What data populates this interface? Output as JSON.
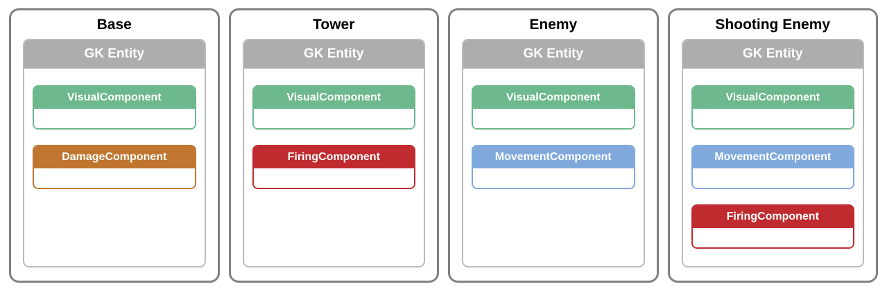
{
  "diagram": {
    "panels": [
      {
        "title": "Base",
        "entity_label": "GK Entity",
        "components": [
          {
            "label": "VisualComponent",
            "color": "#6db88c"
          },
          {
            "label": "DamageComponent",
            "color": "#c0762f"
          }
        ]
      },
      {
        "title": "Tower",
        "entity_label": "GK Entity",
        "components": [
          {
            "label": "VisualComponent",
            "color": "#6db88c"
          },
          {
            "label": "FiringComponent",
            "color": "#c02b2f"
          }
        ]
      },
      {
        "title": "Enemy",
        "entity_label": "GK Entity",
        "components": [
          {
            "label": "VisualComponent",
            "color": "#6db88c"
          },
          {
            "label": "MovementComponent",
            "color": "#7fa9dc"
          }
        ]
      },
      {
        "title": "Shooting Enemy",
        "entity_label": "GK Entity",
        "components": [
          {
            "label": "VisualComponent",
            "color": "#6db88c"
          },
          {
            "label": "MovementComponent",
            "color": "#7fa9dc"
          },
          {
            "label": "FiringComponent",
            "color": "#c02b2f"
          }
        ]
      }
    ],
    "colors": {
      "entity_header": "#adadad",
      "entity_header_text": "#ffffff",
      "panel_border": "#808080",
      "entity_border": "#bbbbbb",
      "component_green": "#6db88c",
      "component_orange": "#c0762f",
      "component_red": "#c02b2f",
      "component_blue": "#7fa9dc",
      "title_text": "#000000"
    }
  }
}
